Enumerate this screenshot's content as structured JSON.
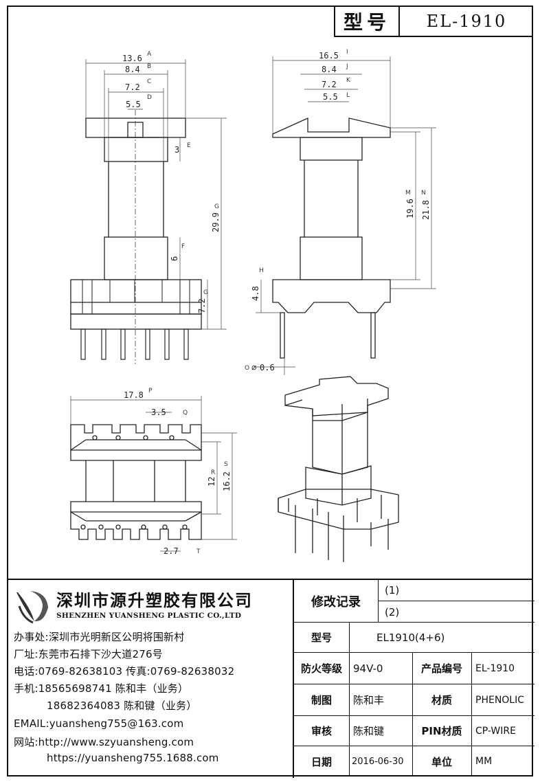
{
  "header": {
    "model_label": "型号",
    "model_value": "EL-1910"
  },
  "drawing": {
    "front_view": {
      "dims": [
        "13.6",
        "8.4",
        "7.2",
        "5.5",
        "3",
        "29.9",
        "6",
        "7.2"
      ],
      "labels": [
        "A",
        "B",
        "C",
        "D",
        "E",
        "G",
        "F",
        "G"
      ]
    },
    "side_view": {
      "dims": [
        "16.5",
        "8.4",
        "7.2",
        "5.5",
        "19.6",
        "21.8",
        "4.8"
      ],
      "labels": [
        "I",
        "J",
        "K",
        "L",
        "M",
        "N",
        "H"
      ]
    },
    "pin_dim": "0.6",
    "pin_label": "O",
    "bottom_view": {
      "dims": [
        "17.8",
        "3.5",
        "12",
        "16.2",
        "2.7"
      ],
      "labels": [
        "P",
        "Q",
        "R",
        "S",
        "T"
      ]
    }
  },
  "company": {
    "name_cn": "深圳市源升塑胶有限公司",
    "name_en": "SHENZHEN YUANSHENG PLASTIC CO.,LTD",
    "office": "办事处:深圳市光明新区公明将围新村",
    "factory": "厂址:东莞市石排下沙大道276号",
    "phone": "电话:0769-82638103 传真:0769-82638032",
    "mobile1": "手机:18565698741 陈和丰（业务）",
    "mobile2": "18682364083 陈和键（业务）",
    "email": "EMAIL:yuansheng755@163.com",
    "site1": "网站:http://www.szyuansheng.com",
    "site2": "https://yuansheng755.1688.com"
  },
  "table": {
    "revision_label": "修改记录",
    "rev1": "(1)",
    "rev2": "(2)",
    "model_label": "型号",
    "model_value": "EL1910(4+6)",
    "fire_label": "防火等级",
    "fire_value": "94V-0",
    "product_no_label": "产品编号",
    "product_no_value": "EL-1910",
    "drawn_label": "制图",
    "drawn_value": "陈和丰",
    "material_label": "材质",
    "material_value": "PHENOLIC",
    "review_label": "审核",
    "review_value": "陈和键",
    "pin_material_label": "PIN材质",
    "pin_material_value": "CP-WIRE",
    "date_label": "日期",
    "date_value": "2016-06-30",
    "unit_label": "单位",
    "unit_value": "MM"
  }
}
